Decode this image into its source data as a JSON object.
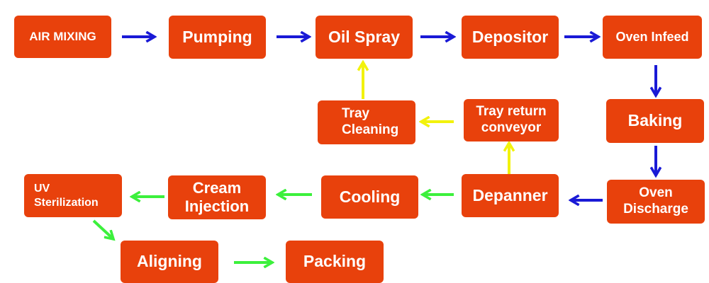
{
  "colors": {
    "box_fill": "#e8410c",
    "box_text": "#ffffff",
    "arrow_blue": "#1a1ad6",
    "arrow_yellow": "#f2f20c",
    "arrow_green": "#3cf03c"
  },
  "steps": {
    "air_mixing": "AIR MIXING",
    "pumping": "Pumping",
    "oil_spray": "Oil Spray",
    "depositor": "Depositor",
    "oven_infeed": "Oven Infeed",
    "baking": "Baking",
    "oven_discharge": [
      "Oven",
      "Discharge"
    ],
    "depanner": "Depanner",
    "tray_return_conveyor": [
      "Tray return",
      "conveyor"
    ],
    "tray_cleaning": [
      "Tray",
      "Cleaning"
    ],
    "cooling": "Cooling",
    "cream_injection": [
      "Cream",
      "Injection"
    ],
    "uv_sterilization": [
      "UV",
      "Sterilization"
    ],
    "aligning": "Aligning",
    "packing": "Packing"
  }
}
